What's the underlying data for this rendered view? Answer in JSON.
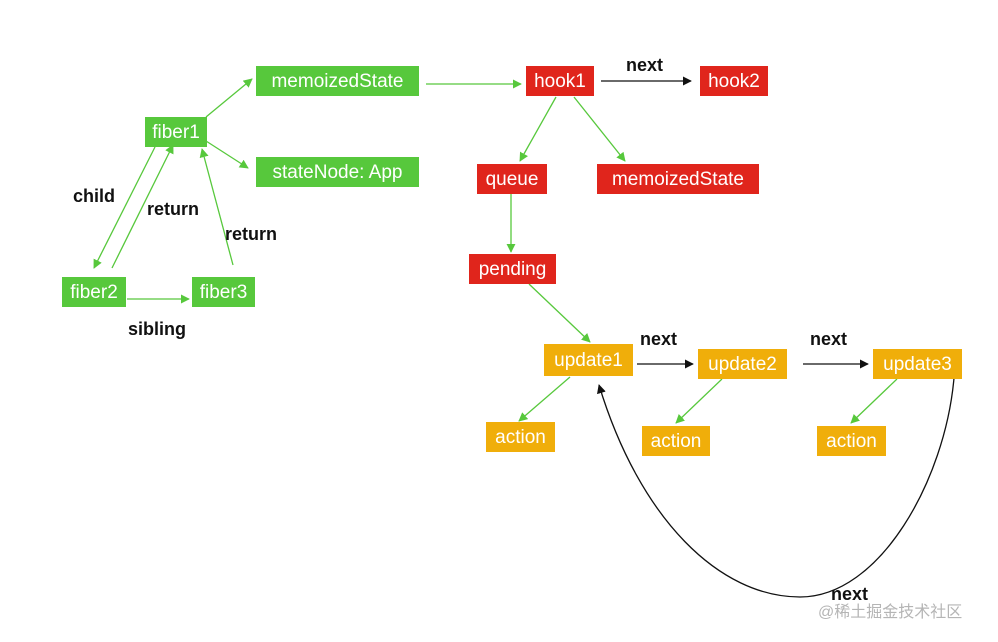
{
  "colors": {
    "green": "#57c83c",
    "red": "#e0251c",
    "orange": "#f0ae0a",
    "edge_dark": "#111111"
  },
  "nodes": {
    "fiber1": "fiber1",
    "fiber2": "fiber2",
    "fiber3": "fiber3",
    "memoizedState_green": "memoizedState",
    "stateNode": "stateNode: App",
    "hook1": "hook1",
    "hook2": "hook2",
    "queue": "queue",
    "memoizedState_red": "memoizedState",
    "pending": "pending",
    "update1": "update1",
    "update2": "update2",
    "update3": "update3",
    "action1": "action",
    "action2": "action",
    "action3": "action"
  },
  "edge_labels": {
    "child": "child",
    "return1": "return",
    "return2": "return",
    "sibling": "sibling",
    "next_hook": "next",
    "next_u1": "next",
    "next_u2": "next",
    "next_loop": "next"
  },
  "watermark": "@稀土掘金技术社区"
}
